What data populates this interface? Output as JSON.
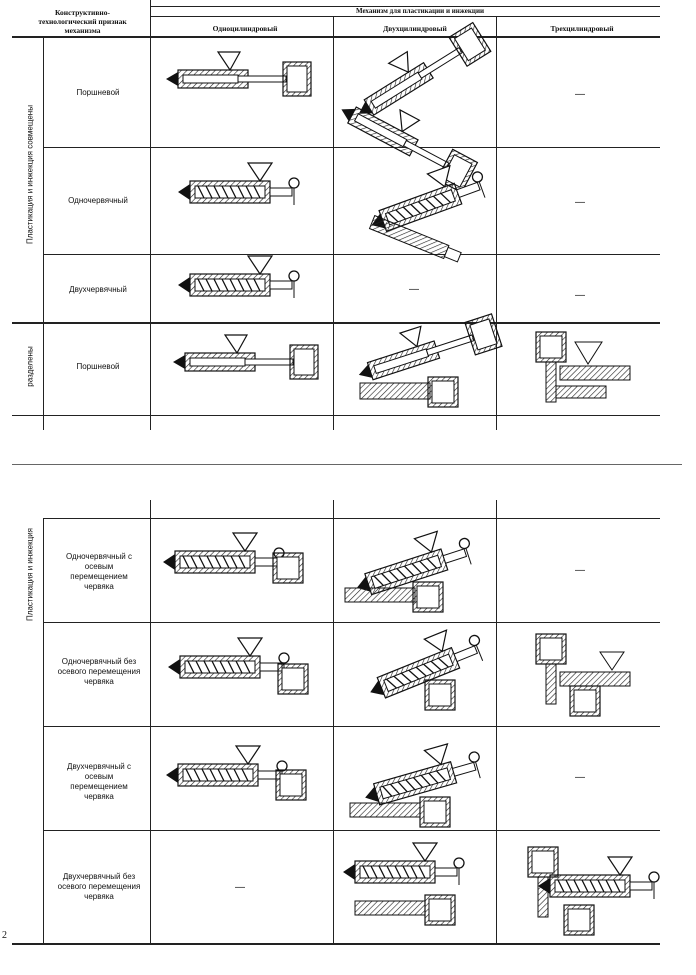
{
  "header": {
    "col0": "Конструктивно-технологический признак механизма",
    "group": "Механизм для пластикации и инжекции",
    "col_one": "Одноцилиндровый",
    "col_two": "Двухцилиндровый",
    "col_three": "Трехцилиндровый"
  },
  "top_section": {
    "group_combined": "Пластикация и инжекция совмещены",
    "group_separated": "разделены",
    "rows": [
      {
        "label": "Поршневой",
        "one": "drawing",
        "two": "drawing",
        "three": "—"
      },
      {
        "label": "Одночервячный",
        "one": "drawing",
        "two": "drawing",
        "three": "—"
      },
      {
        "label": "Двухчервячный",
        "one": "drawing",
        "two": "—",
        "three": "—"
      },
      {
        "label": "Поршневой",
        "one": "drawing",
        "two": "drawing",
        "three": "drawing"
      }
    ]
  },
  "bottom_section": {
    "group": "Пластикация и инжекция",
    "rows": [
      {
        "label": "Одночервячный с осевым перемещением червяка",
        "one": "drawing",
        "two": "drawing",
        "three": "—"
      },
      {
        "label": "Одночервячный без осевого перемещения червяка",
        "one": "drawing",
        "two": "drawing",
        "three": "drawing"
      },
      {
        "label": "Двухчервячный с осевым перемещением червяка",
        "one": "drawing",
        "two": "drawing",
        "three": "—"
      },
      {
        "label": "Двухчервячный без осевого перемещения червяка",
        "one": "—",
        "two": "drawing",
        "three": "drawing"
      }
    ]
  },
  "margin_mark": "2"
}
